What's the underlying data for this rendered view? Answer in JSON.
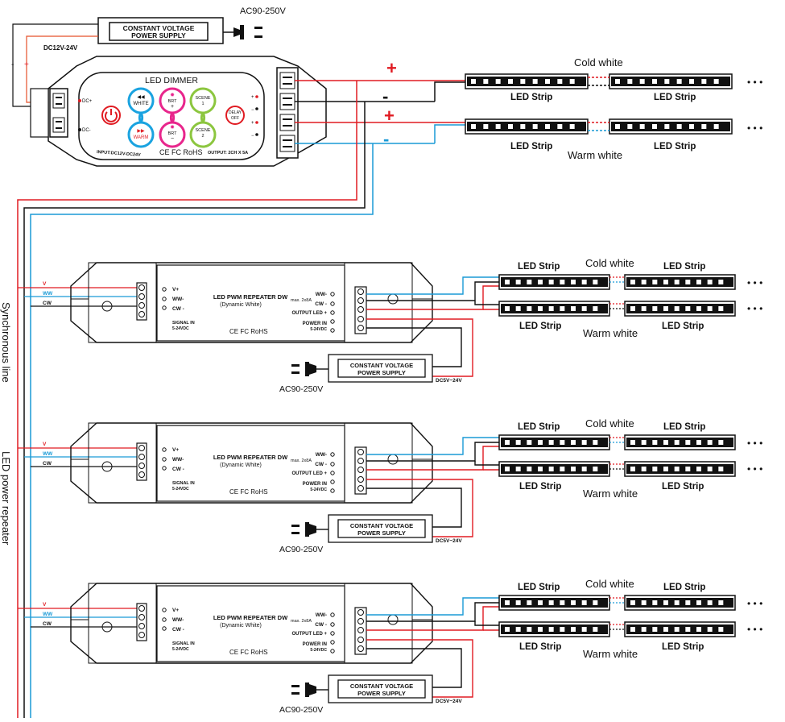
{
  "colors": {
    "red": "#e01b22",
    "blue": "#1a9ad6",
    "black": "#111111",
    "pink": "#e8268c",
    "green": "#8cc63f",
    "cyan": "#1aa3e0",
    "orange": "#e5502a"
  },
  "top": {
    "ac_label": "AC90-250V",
    "psu_line1": "CONSTANT VOLTAGE",
    "psu_line2": "POWER SUPPLY",
    "dc_label": "DC12V-24V",
    "minus": "-",
    "plus": "+",
    "dimmer_title": "LED DIMMER",
    "btn_white": "WHITE",
    "btn_warm": "WARM",
    "btn_brt_up": "BRT",
    "btn_brt_down": "BRT",
    "btn_scene1_l1": "SCENE",
    "btn_scene1_l2": "1",
    "btn_scene2_l1": "SCENE",
    "btn_scene2_l2": "2",
    "btn_delay_l1": "DELAY",
    "btn_delay_l2": "OFF",
    "dc_plus": "DC+",
    "dc_minus": "DC-",
    "input_text": "INPUT:DC12V-DC24V",
    "output_text": "OUTPUT: 2CH X 5A",
    "cert": "CE FC RoHS",
    "big_plus": "+",
    "big_minus": "-",
    "cold_white": "Cold white",
    "warm_white": "Warm white",
    "led_strip": "LED Strip",
    "dots": "• • •"
  },
  "side": {
    "sync_line": "Synchronous line",
    "power_repeater": "LED power repeater"
  },
  "repeater": {
    "title": "LED PWM REPEATER DW",
    "subtitle": "(Dynamic White)",
    "v_plus": "V+",
    "ww_minus": "WW-",
    "cw_minus": "CW -",
    "signal_in": "SIGNAL IN",
    "signal_volt": "5-24VDC",
    "cert": "CE FC RoHS",
    "max": "max. 2x8A",
    "ww_out": "WW-",
    "cw_out": "CW -",
    "output_led": "OUTPUT LED +",
    "power_in": "POWER IN",
    "power_volt": "5-24VDC",
    "in_v": "V",
    "in_ww": "WW",
    "in_cw": "CW",
    "psu_line1": "CONSTANT VOLTAGE",
    "psu_line2": "POWER SUPPLY",
    "ac_label": "AC90-250V",
    "dc_label": "DC5V~24V",
    "cold_white": "Cold white",
    "warm_white": "Warm white",
    "led_strip": "LED Strip",
    "dots": "• • •"
  }
}
